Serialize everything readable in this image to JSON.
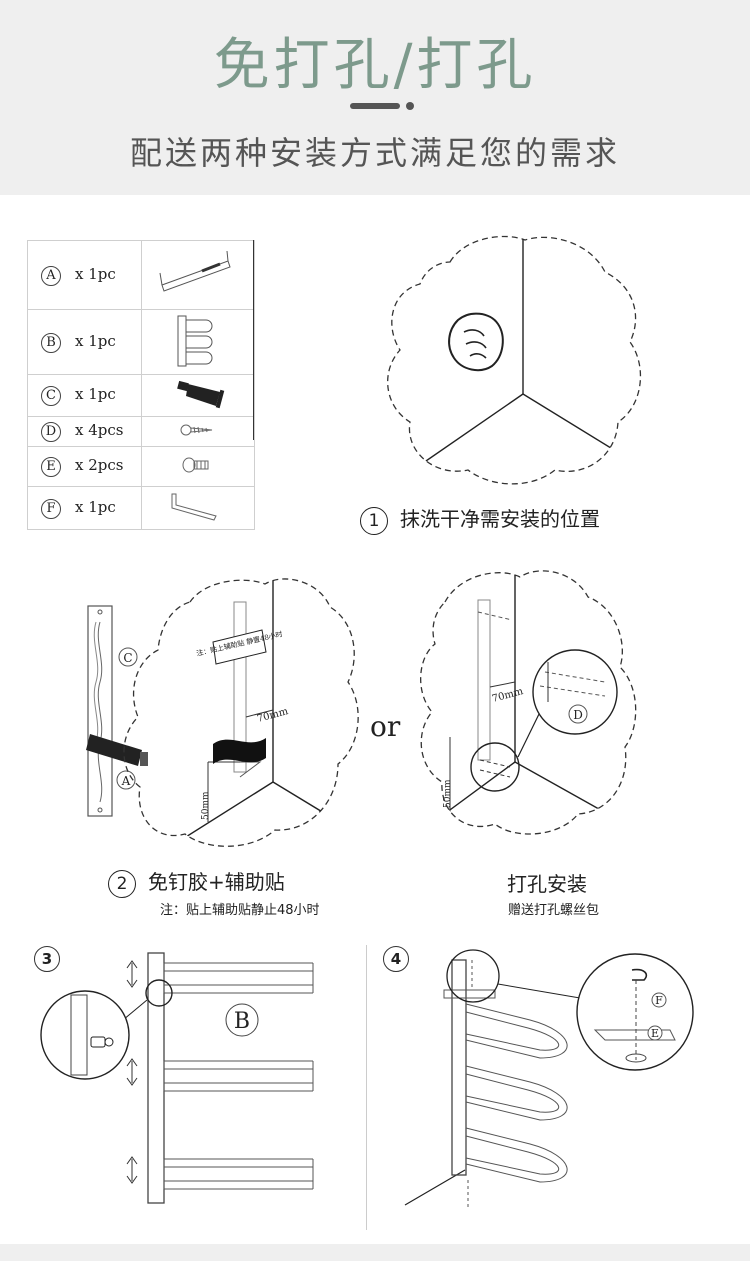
{
  "header": {
    "title": "免打孔/打孔",
    "subtitle": "配送两种安装方式满足您的需求"
  },
  "parts": [
    {
      "letter": "A",
      "qty": "x 1pc"
    },
    {
      "letter": "B",
      "qty": "x 1pc"
    },
    {
      "letter": "C",
      "qty": "x 1pc"
    },
    {
      "letter": "D",
      "qty": "x 4pcs"
    },
    {
      "letter": "E",
      "qty": "x 2pcs"
    },
    {
      "letter": "F",
      "qty": "x 1pc"
    }
  ],
  "step1": {
    "num": "1",
    "caption": "抹洗干净需安装的位置"
  },
  "step2": {
    "num": "2",
    "caption": "免钉胶+辅助贴",
    "note": "注：贴上辅助贴静止48小时",
    "or_label": "or",
    "alt_caption": "打孔安装",
    "alt_note": "赠送打孔螺丝包",
    "sticker_text": "注：贴上辅助贴 静置48小时",
    "dim_70": "70mm",
    "dim_50": "50mm",
    "label_c": "C",
    "label_a": "A",
    "label_d": "D"
  },
  "step3": {
    "num": "3",
    "label_b": "B"
  },
  "step4": {
    "num": "4",
    "label_f": "F",
    "label_e": "E"
  },
  "colors": {
    "accent": "#7d9a8c",
    "band": "#efefef",
    "ink": "#333333"
  }
}
